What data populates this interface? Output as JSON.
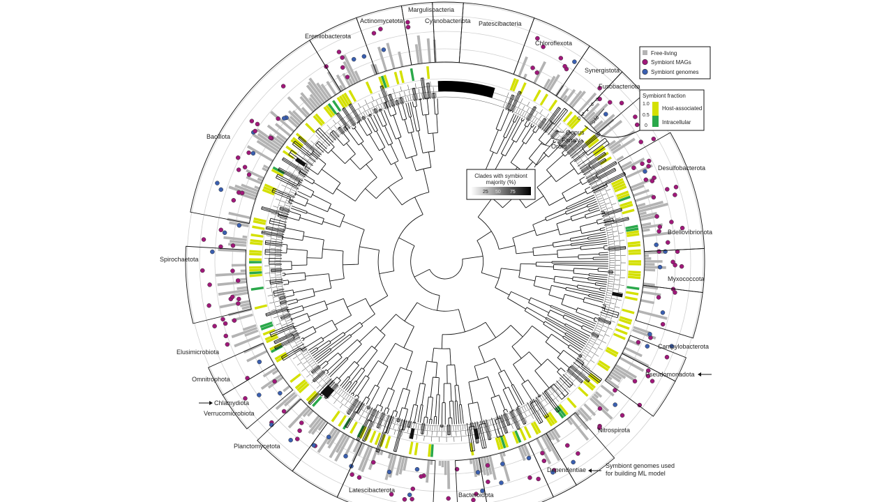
{
  "phyla": [
    {
      "name": "Margulisbacteria"
    },
    {
      "name": "Actinomycetota"
    },
    {
      "name": "Cyanobacteriota"
    },
    {
      "name": "Patescibacteria"
    },
    {
      "name": "Eremiobacterota"
    },
    {
      "name": "Chloroflexota"
    },
    {
      "name": "Synergistota"
    },
    {
      "name": "Fusobacteriota"
    },
    {
      "name": "Bacillota"
    },
    {
      "name": "Desulfobacterota"
    },
    {
      "name": "Bdellovibrionota"
    },
    {
      "name": "Spirochaetota"
    },
    {
      "name": "Myxococcota"
    },
    {
      "name": "Campylobacterota"
    },
    {
      "name": "Elusimicrobiota"
    },
    {
      "name": "Pseudomonadota"
    },
    {
      "name": "Omnitrophota"
    },
    {
      "name": "Chlamydiota"
    },
    {
      "name": "Verrucomicrobiota"
    },
    {
      "name": "Nitrospirota"
    },
    {
      "name": "Planctomycetota"
    },
    {
      "name": "Dependentiae"
    },
    {
      "name": "Latescibacterota"
    },
    {
      "name": "Bacteroidota"
    }
  ],
  "legend_top": {
    "items": [
      {
        "label": "Free-living",
        "color": "#b3b3b3",
        "shape": "square"
      },
      {
        "label": "Symbiont MAGs",
        "color": "#a0187a",
        "shape": "circle"
      },
      {
        "label": "Symbiont genomes",
        "color": "#3a5fb0",
        "shape": "circle"
      }
    ]
  },
  "legend_fraction": {
    "title": "Symbiont fraction",
    "ticks": [
      "1.0",
      "0.5",
      "0"
    ],
    "items": [
      {
        "label": "Host-associated",
        "color": "#d4e000"
      },
      {
        "label": "Intracellular",
        "color": "#2aa84a"
      }
    ]
  },
  "axis_scale": {
    "ticks": [
      "0",
      "2",
      "4",
      "6",
      "8"
    ],
    "label": "log10"
  },
  "rank_labels": [
    "Genus",
    "Family",
    "Order"
  ],
  "clades_box": {
    "title_line1": "Clades with symbiont",
    "title_line2": "majority (%)",
    "ticks": [
      "25",
      "50",
      "75"
    ]
  },
  "ml_note": {
    "line1": "Symbiont genomes used",
    "line2": "for building ML model"
  },
  "colors": {
    "host_associated": "#d4e000",
    "intracellular": "#2aa84a",
    "free_living": "#b3b3b3",
    "mag": "#a0187a",
    "genome": "#3a5fb0",
    "tree": "#111111"
  }
}
